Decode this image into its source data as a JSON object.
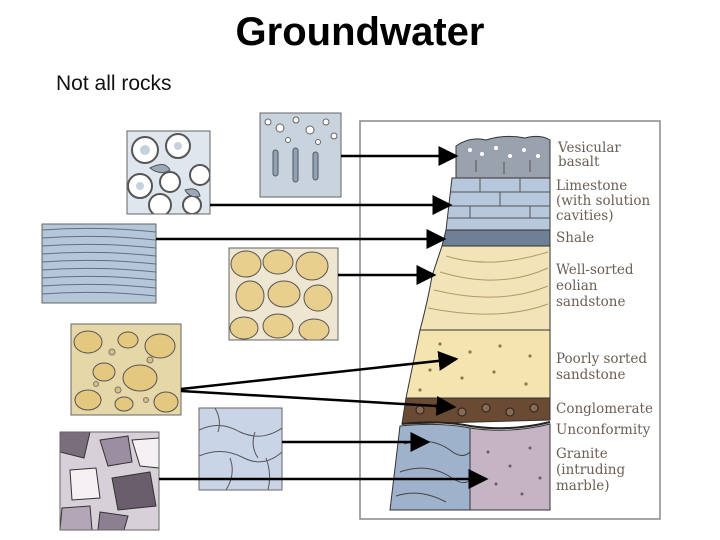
{
  "slide": {
    "title": "Groundwater",
    "subtitle": "Not all rocks"
  },
  "column_labels": [
    [
      "Vesicular",
      "basalt"
    ],
    [
      "Limestone",
      "(with solution",
      "cavities)"
    ],
    [
      "Shale"
    ],
    [
      "Well-sorted",
      "eolian",
      "sandstone"
    ],
    [
      "Poorly sorted",
      "sandstone"
    ],
    [
      "Conglomerate"
    ],
    [
      "Unconformity"
    ],
    [
      "Granite",
      "(intruding",
      "marble)"
    ]
  ],
  "colors": {
    "basalt": "#9aa3ad",
    "limestone": "#b8c8dc",
    "shale": "#6f7f95",
    "eolian_sandstone": "#f2e3b8",
    "poorly_sorted_sandstone": "#f4e4b0",
    "conglomerate": "#6b4a34",
    "marble": "#9fb2cc",
    "granite": "#c4b4c4",
    "label_text": "#6a5e55",
    "arrow": "#000000"
  }
}
